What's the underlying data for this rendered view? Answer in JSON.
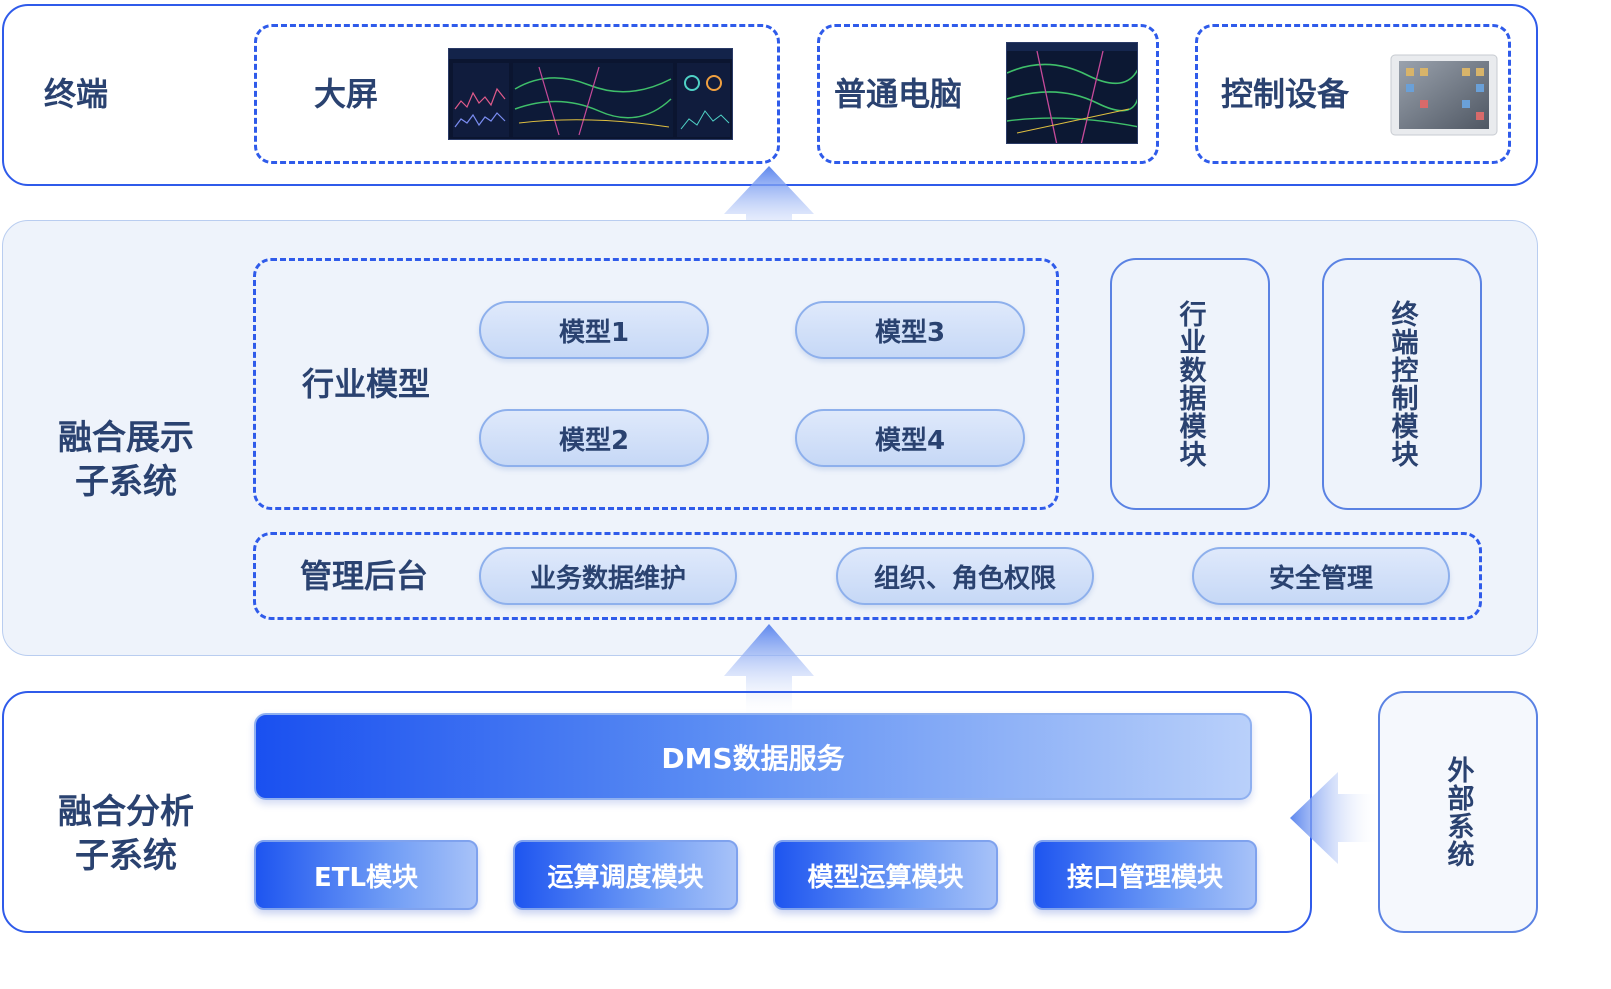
{
  "terminal": {
    "label": "终端",
    "devices": [
      {
        "label": "大屏",
        "image_icon": "dashboard-screen-image"
      },
      {
        "label": "普通电脑",
        "image_icon": "map-screen-image"
      },
      {
        "label": "控制设备",
        "image_icon": "tablet-device-image"
      }
    ]
  },
  "display": {
    "label_line1": "融合展示",
    "label_line2": "子系统",
    "industry_model": {
      "label": "行业模型",
      "models": [
        "模型1",
        "模型3",
        "模型2",
        "模型4"
      ]
    },
    "side_modules": [
      "行业数据模块",
      "终端控制模块"
    ],
    "admin": {
      "label": "管理后台",
      "items": [
        "业务数据维护",
        "组织、角色权限",
        "安全管理"
      ]
    }
  },
  "analysis": {
    "label_line1": "融合分析",
    "label_line2": "子系统",
    "dms": "DMS数据服务",
    "modules": [
      "ETL模块",
      "运算调度模块",
      "模型运算模块",
      "接口管理模块"
    ]
  },
  "external": {
    "label": "外部系统"
  },
  "colors": {
    "accent": "#2f5bea",
    "text": "#2a4270",
    "panel_bg": "#eef3fb"
  }
}
